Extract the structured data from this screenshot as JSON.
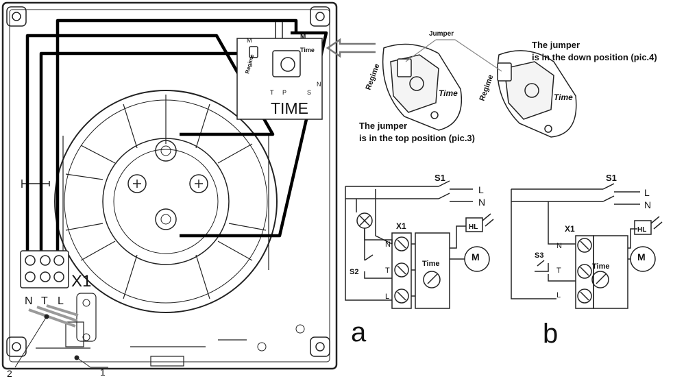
{
  "fan": {
    "module_label": "TIME",
    "module_pins": [
      "M",
      "M",
      "Regime",
      "Time",
      "N",
      "T",
      "P",
      "S"
    ],
    "terminal_block_label": "X1",
    "terminal_letters": [
      "N",
      "T",
      "L"
    ],
    "callouts": [
      "2",
      "1"
    ]
  },
  "jumper_detail": {
    "jumper_label": "Jumper",
    "regime_text": "Regime",
    "time_text": "Time",
    "caption_down_line1": "The jumper",
    "caption_down_line2": "is in the down position (pic.4)",
    "caption_top_line1": "The jumper",
    "caption_top_line2": "is in the top position (pic.3)"
  },
  "schematic_a": {
    "caption": "a",
    "switch_main": "S1",
    "switch_aux": "S2",
    "line_l": "L",
    "line_n": "N",
    "block": "X1",
    "terminals": [
      "N",
      "T",
      "L"
    ],
    "timer": "Time",
    "lamp": "HL",
    "motor": "M"
  },
  "schematic_b": {
    "caption": "b",
    "switch_main": "S1",
    "switch_aux": "S3",
    "line_l": "L",
    "line_n": "N",
    "block": "X1",
    "terminals": [
      "N",
      "T",
      "L"
    ],
    "timer": "Time",
    "lamp": "HL",
    "motor": "M"
  }
}
